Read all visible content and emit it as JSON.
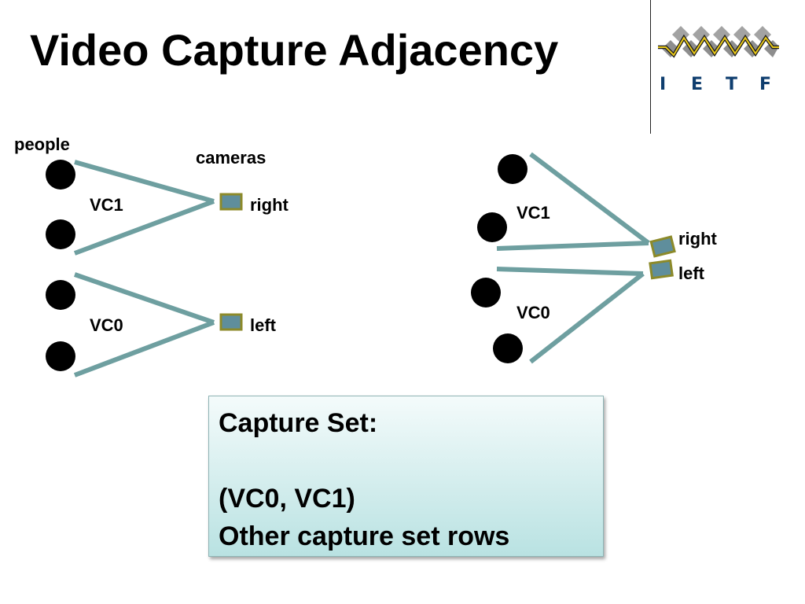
{
  "slide": {
    "title": "Video Capture Adjacency"
  },
  "logo": {
    "letters": [
      "I",
      "E",
      "T",
      "F"
    ],
    "colors": {
      "diamond": "#a3a3a3",
      "zigzag": "#e8c81a",
      "letters": "#0f3e6f"
    }
  },
  "diagram": {
    "colors": {
      "line": "#6e9fa0",
      "person": "#000000",
      "camera_fill": "#5f8e9c",
      "camera_border": "#8c8a2a"
    },
    "left": {
      "people_label": "people",
      "cameras_label": "cameras",
      "vc1_label": "VC1",
      "vc0_label": "VC0",
      "camera_right_label": "right",
      "camera_left_label": "left"
    },
    "right": {
      "vc1_label": "VC1",
      "vc0_label": "VC0",
      "camera_right_label": "right",
      "camera_left_label": "left"
    }
  },
  "capture_set": {
    "heading": "Capture Set:",
    "row1": "(VC0, VC1)",
    "row2": "Other capture set rows"
  }
}
